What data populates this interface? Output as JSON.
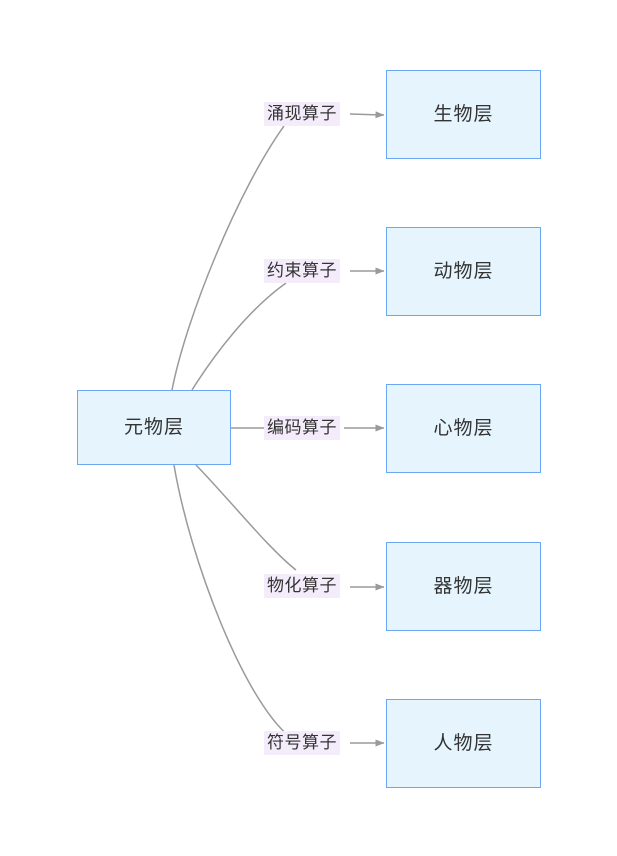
{
  "diagram": {
    "type": "flowchart-left-to-right",
    "background_color": "#ffffff",
    "node_fill_color": "#e5f4fd",
    "node_border_color": "#6ba7f5",
    "edge_color": "#9a9a9a",
    "edge_label_background_color": "#f4ecfb",
    "text_color": "#333333",
    "source_node": {
      "id": "meta",
      "label": "元物层"
    },
    "target_nodes": [
      {
        "id": "bio",
        "label": "生物层"
      },
      {
        "id": "animal",
        "label": "动物层"
      },
      {
        "id": "mind",
        "label": "心物层"
      },
      {
        "id": "artifact",
        "label": "器物层"
      },
      {
        "id": "person",
        "label": "人物层"
      }
    ],
    "edges": [
      {
        "from": "元物层",
        "to": "生物层",
        "label": "涌现算子"
      },
      {
        "from": "元物层",
        "to": "动物层",
        "label": "约束算子"
      },
      {
        "from": "元物层",
        "to": "心物层",
        "label": "编码算子"
      },
      {
        "from": "元物层",
        "to": "器物层",
        "label": "物化算子"
      },
      {
        "from": "元物层",
        "to": "人物层",
        "label": "符号算子"
      }
    ]
  }
}
